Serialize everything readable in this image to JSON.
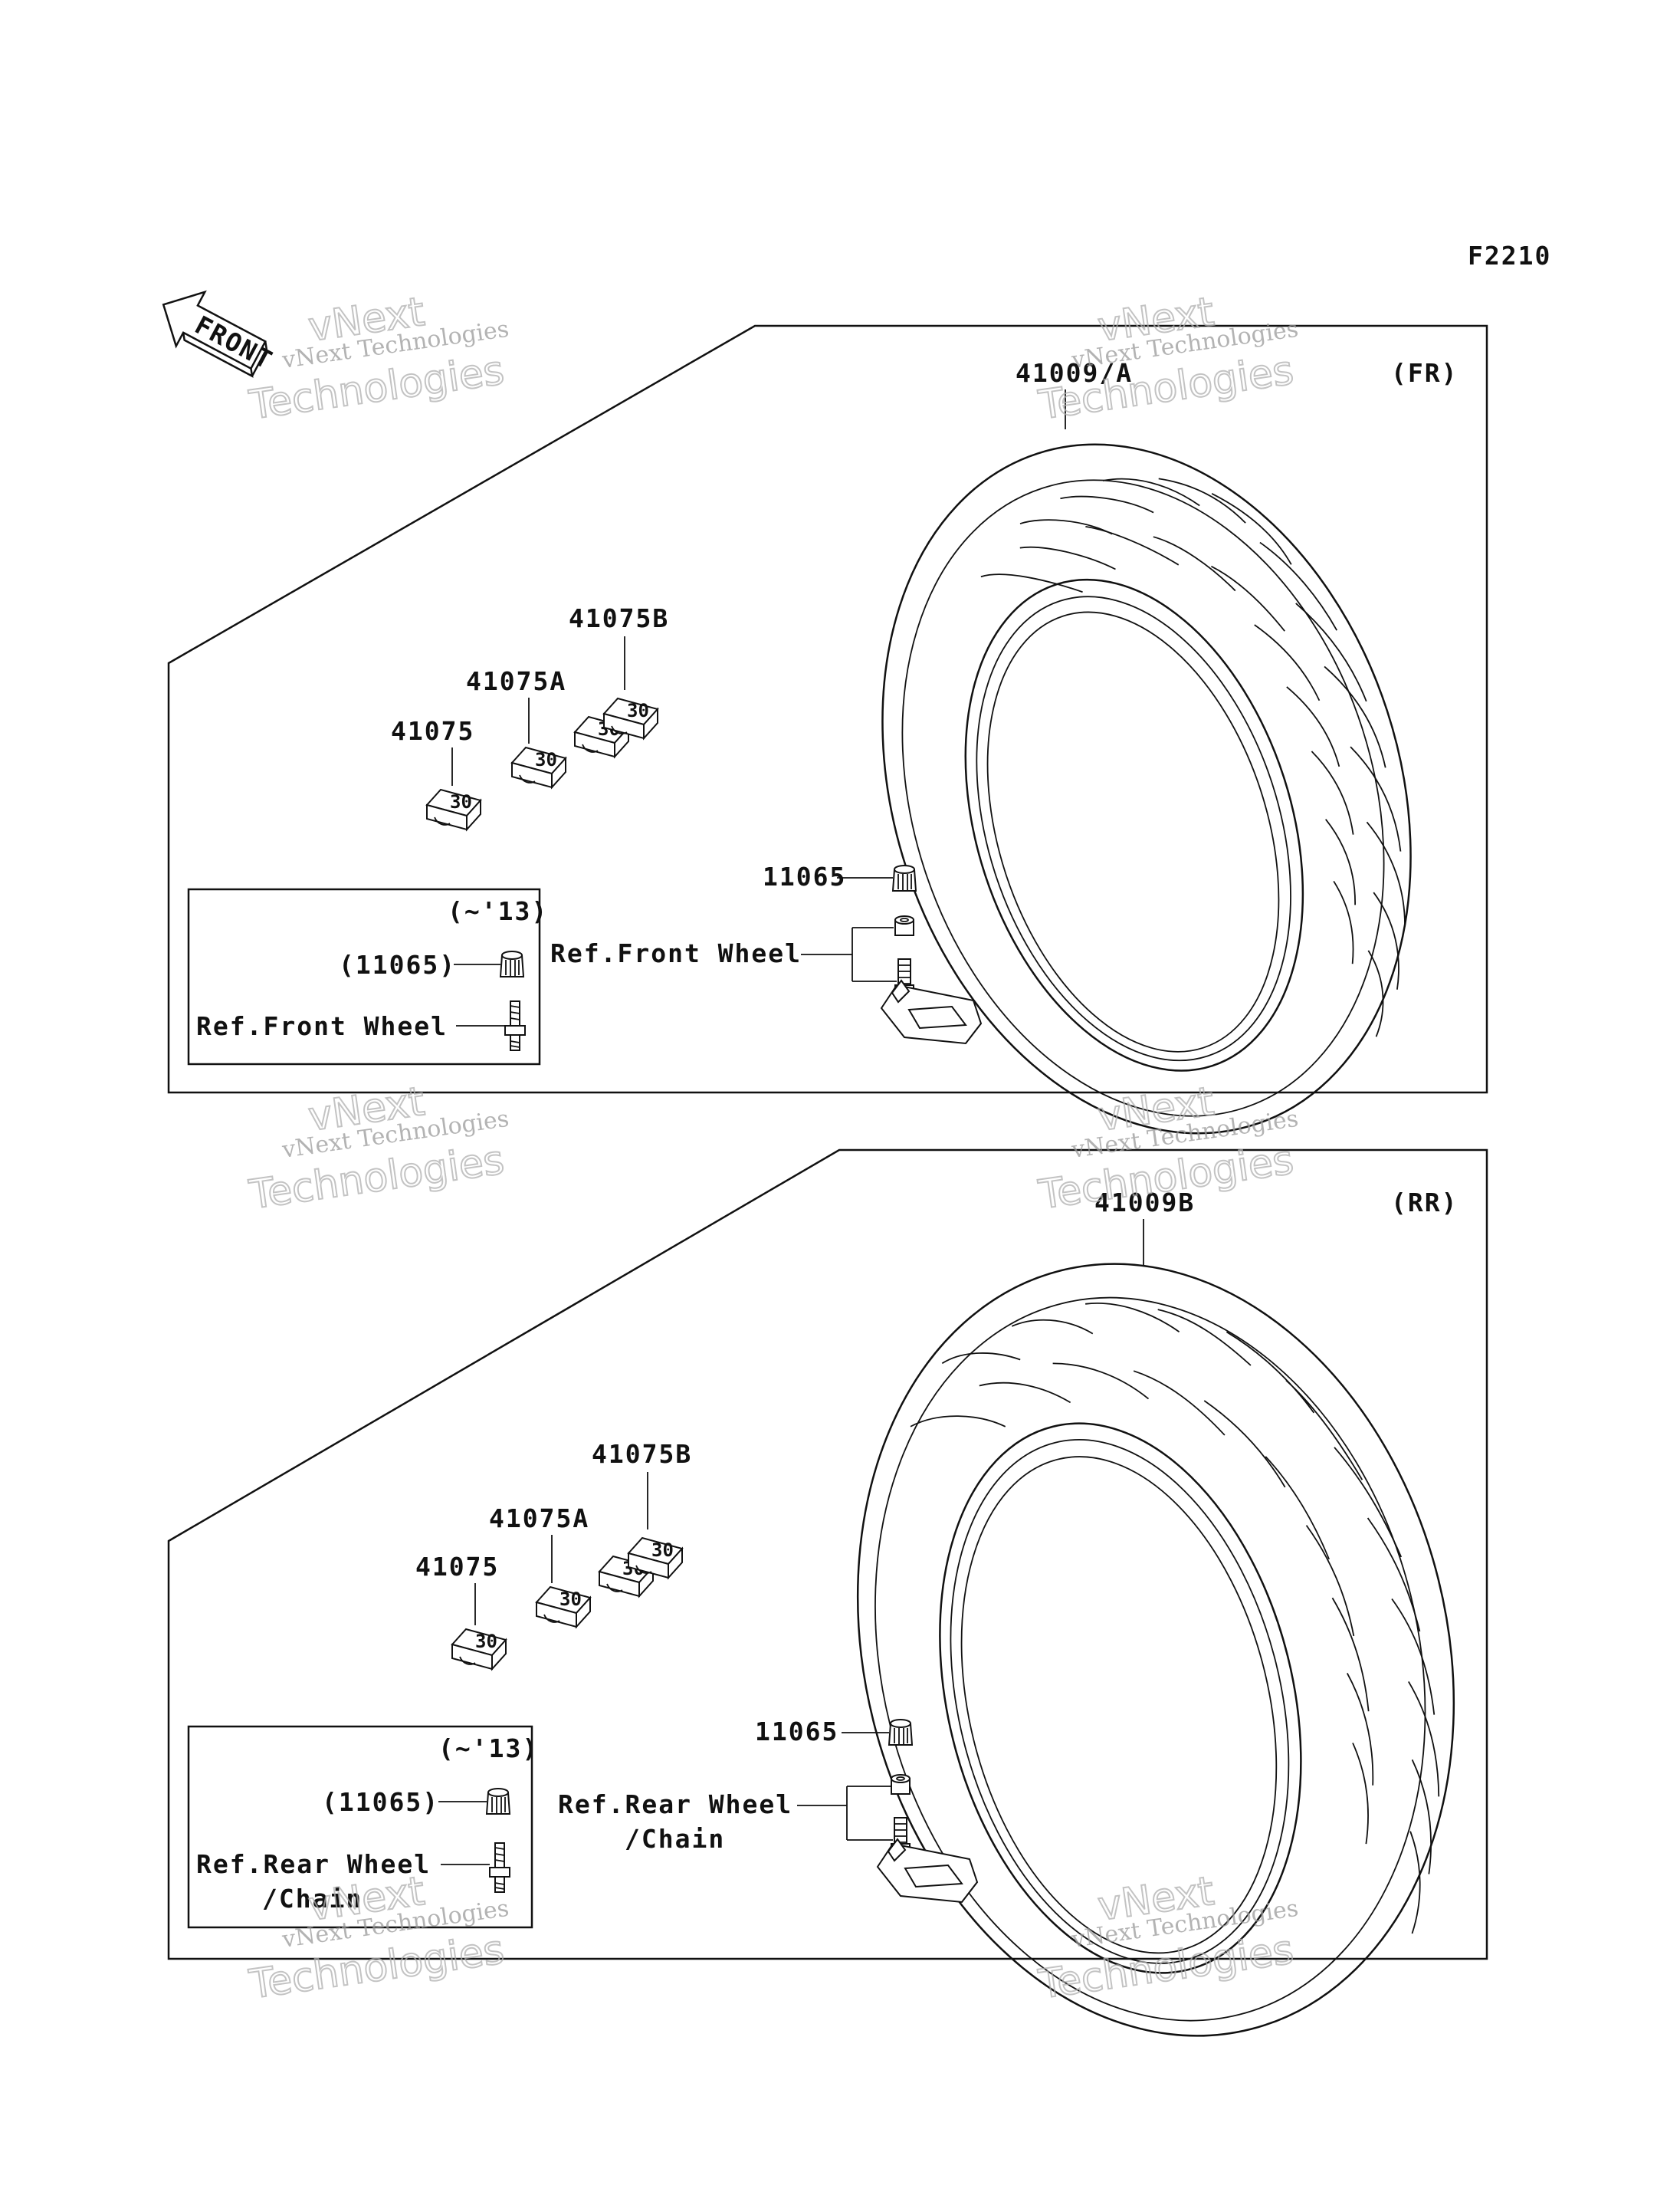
{
  "figure_code": "F2210",
  "front_arrow_label": "FRONT",
  "watermark": {
    "line1": "vNext",
    "line2": "vNext Technologies",
    "line3": "Technologies"
  },
  "front_panel": {
    "position_tag": "(FR)",
    "tire_part": "41009/A",
    "weights": [
      "41075",
      "41075A",
      "41075B"
    ],
    "valve_cap": "11065",
    "valve_ref": "Ref.Front Wheel",
    "inset": {
      "note": "(~'13)",
      "cap": "(11065)",
      "ref": "Ref.Front Wheel"
    }
  },
  "rear_panel": {
    "position_tag": "(RR)",
    "tire_part": "41009B",
    "weights": [
      "41075",
      "41075A",
      "41075B"
    ],
    "valve_cap": "11065",
    "valve_ref_line1": "Ref.Rear Wheel",
    "valve_ref_line2": "/Chain",
    "inset": {
      "note": "(~'13)",
      "cap": "(11065)",
      "ref_line1": "Ref.Rear Wheel",
      "ref_line2": "/Chain"
    }
  }
}
